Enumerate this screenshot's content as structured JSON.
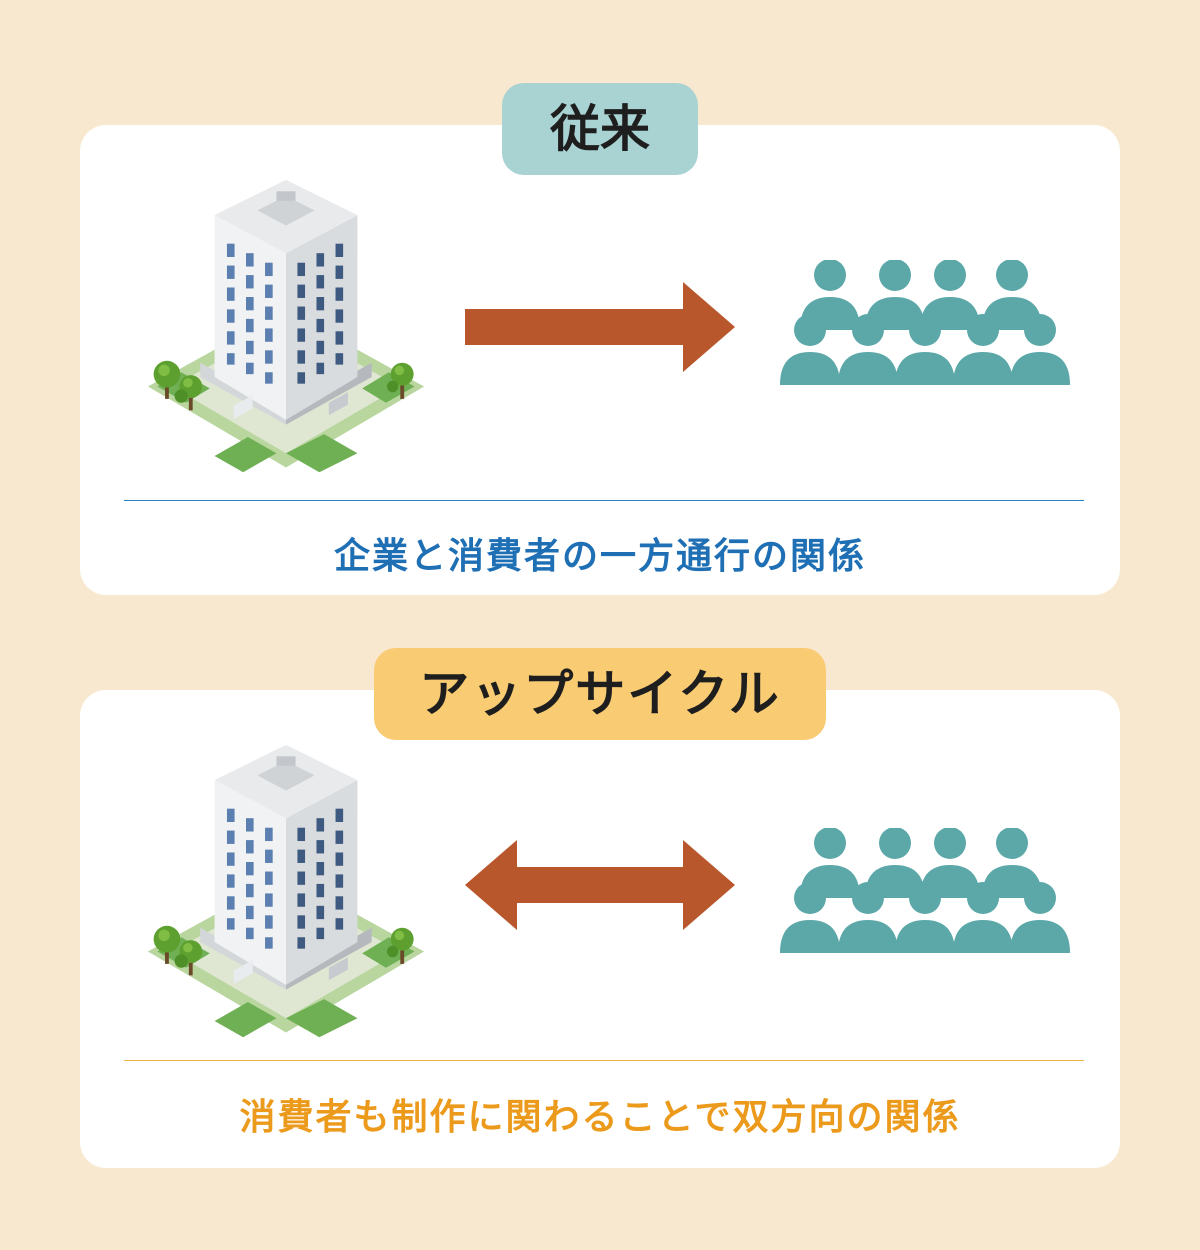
{
  "colors": {
    "background": "#f9e8d0",
    "panel": "#ffffff",
    "traditional_pill": "#a9d3d2",
    "upcycle_pill": "#f9cb73",
    "arrow": "#b9572c",
    "people": "#5ca8a9",
    "traditional_caption": "#1f6fb5",
    "upcycle_caption": "#ec9a1c"
  },
  "traditional": {
    "title": "従来",
    "arrow": "one-way",
    "caption": "企業と消費者の一方通行の関係",
    "company_icon": "office-building-icon",
    "consumers_icon": "people-group-icon"
  },
  "upcycle": {
    "title": "アップサイクル",
    "arrow": "two-way",
    "caption": "消費者も制作に関わることで双方向の関係",
    "company_icon": "office-building-icon",
    "consumers_icon": "people-group-icon"
  }
}
